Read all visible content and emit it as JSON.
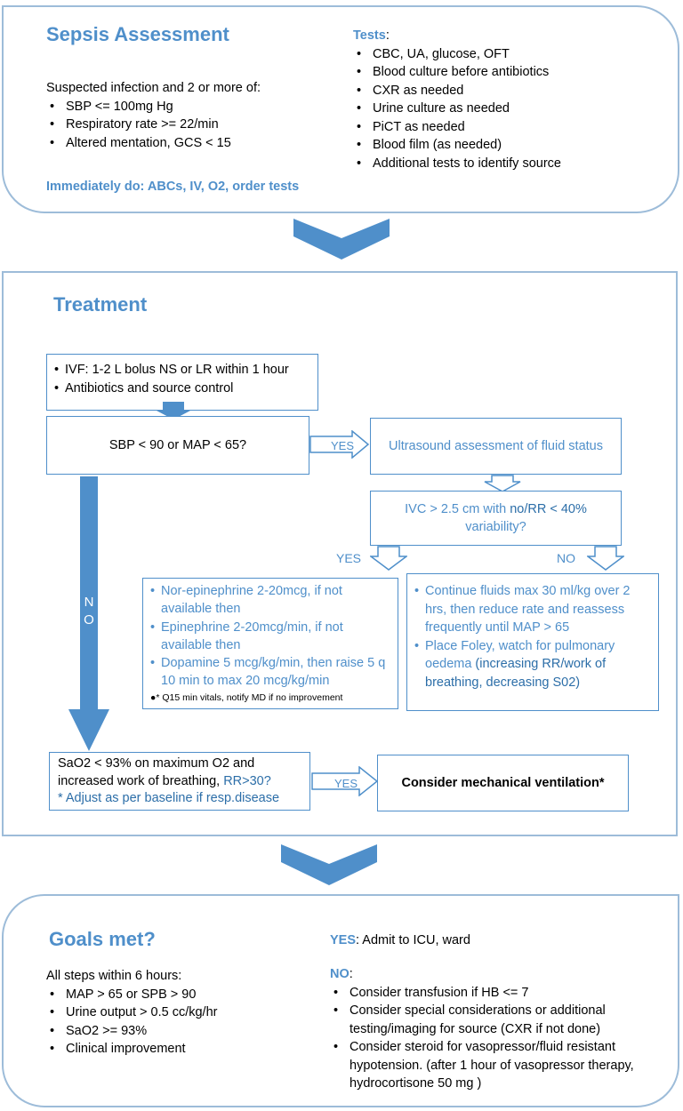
{
  "assessment": {
    "title": "Sepsis Assessment",
    "intro": "Suspected infection and 2 or more of:",
    "criteria": [
      "SBP <= 100mg Hg",
      "Respiratory rate >= 22/min",
      "Altered mentation, GCS < 15"
    ],
    "immediate": "Immediately do: ABCs, IV, O2, order tests",
    "tests_label": "Tests",
    "tests_colon": ":",
    "tests": [
      "CBC, UA, glucose, OFT",
      "Blood culture before antibiotics",
      "CXR as needed",
      "Urine culture as needed",
      "PiCT as needed",
      "Blood film (as needed)",
      "Additional tests to identify source"
    ]
  },
  "treatment": {
    "title": "Treatment",
    "ivf_items": [
      "IVF: 1-2 L bolus NS or LR within 1 hour",
      "Antibiotics and source control"
    ],
    "sbp_question": "SBP < 90 or MAP < 65?",
    "yes1": "YES",
    "ultrasound": "Ultrasound assessment of fluid status",
    "ivc_part1": "IVC > 2.5 cm with ",
    "ivc_part2": "no/RR < 40%",
    "ivc_part3": "variability?",
    "yes2": "YES",
    "no2": "NO",
    "no_vertical": [
      "N",
      "O"
    ],
    "pressors": [
      "Nor-epinephrine 2-20mcg, if not available then",
      "Epinephrine 2-20mcg/min, if not available then",
      "Dopamine 5 mcg/kg/min, then raise 5 q 10 min to max 20 mcg/kg/min"
    ],
    "pressor_note": "* Q15 min vitals, notify MD if no improvement",
    "fluids": [
      "Continue fluids max 30 ml/kg over 2 hrs, then reduce rate and reassess frequently until MAP > 65",
      "Place Foley, watch for pulmonary oedema"
    ],
    "fluids_extra": " (increasing RR/work of breathing, decreasing S02)",
    "sao2_line1": "SaO2 < 93% on maximum O2 and",
    "sao2_line2": "increased work of breathing, ",
    "sao2_rr": "RR>30?",
    "sao2_line3": "* Adjust as per baseline if resp.disease",
    "yes3": "YES",
    "ventilation": "Consider mechanical ventilation*"
  },
  "goals": {
    "title": "Goals met?",
    "intro": "All steps within 6 hours:",
    "items": [
      "MAP > 65 or SPB > 90",
      "Urine output > 0.5 cc/kg/hr",
      "SaO2 >= 93%",
      "Clinical improvement"
    ],
    "yes_label": "YES",
    "yes_text": ": Admit to ICU, ward",
    "no_label": "NO",
    "no_colon": ":",
    "no_items": [
      "Consider transfusion if HB <= 7",
      "Consider special considerations or additional testing/imaging for source (CXR if not done)",
      "Consider steroid for vasopressor/fluid resistant hypotension. (after  1 hour of vasopressor therapy, hydrocortisone 50 mg )"
    ]
  },
  "colors": {
    "accent": "#4f8fca",
    "panel_border": "#9dbcd9",
    "dark_blue": "#2c6ea8"
  }
}
